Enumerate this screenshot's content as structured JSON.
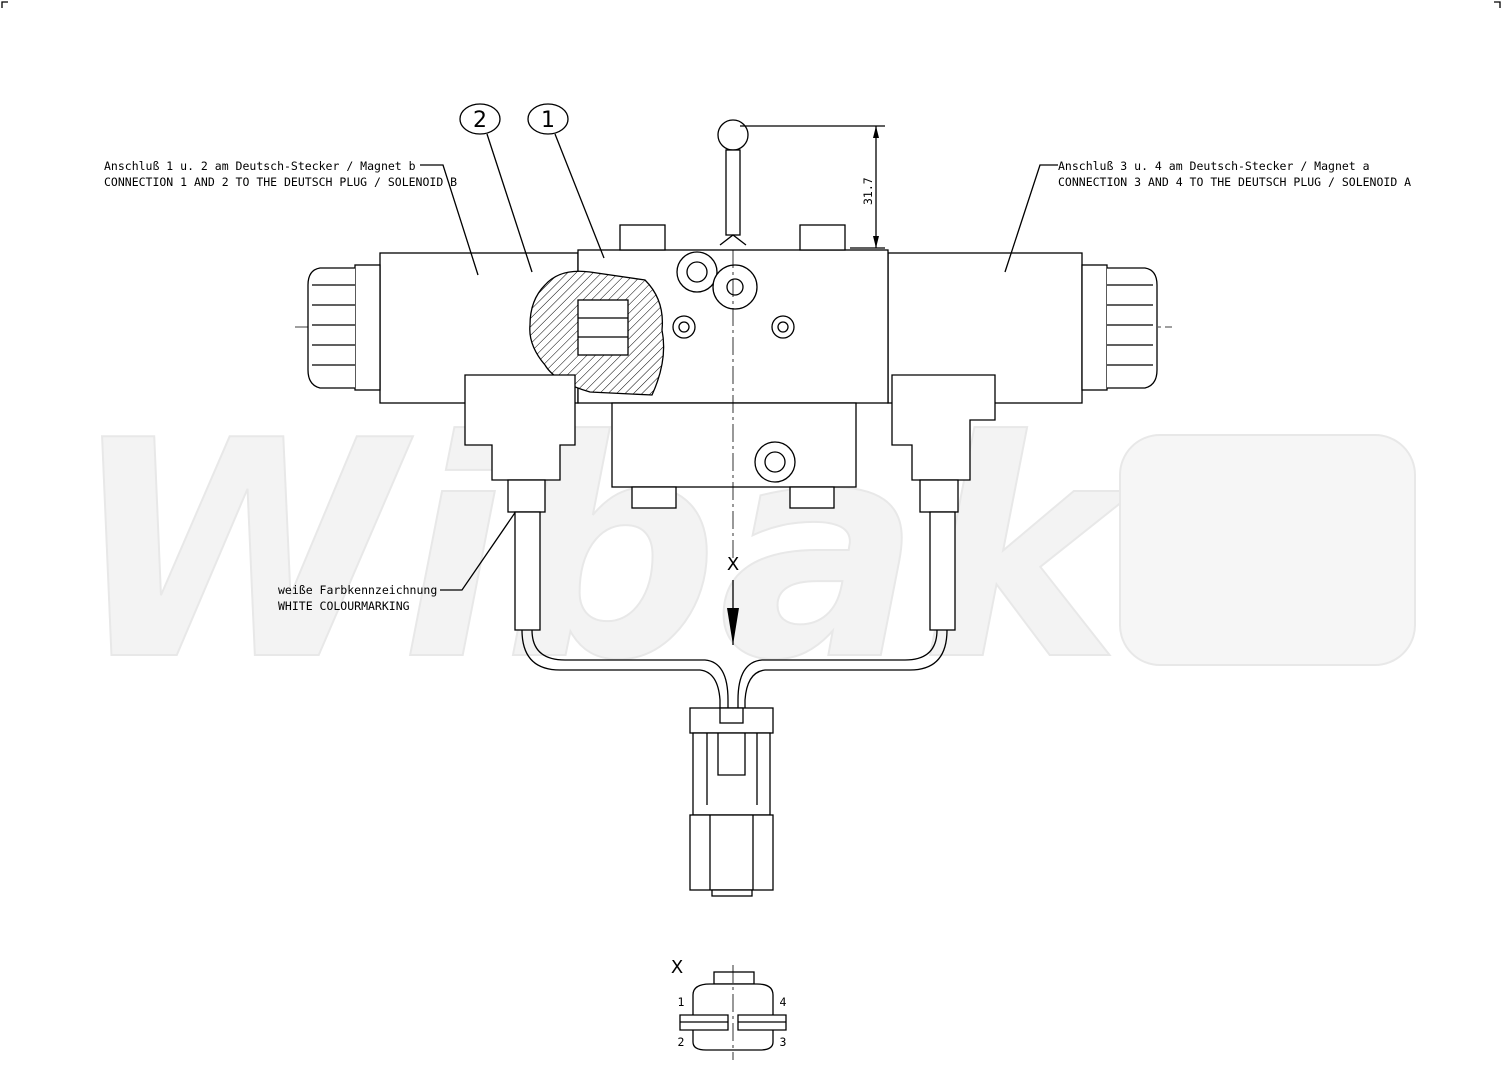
{
  "watermark": "Wibako",
  "balloons": {
    "part_2": "2",
    "part_1": "1"
  },
  "annotations": {
    "left_de": "Anschluß 1 u. 2 am Deutsch-Stecker / Magnet b",
    "left_en": "CONNECTION 1 AND 2 TO THE DEUTSCH PLUG / SOLENOID B",
    "right_de": "Anschluß 3 u. 4 am Deutsch-Stecker / Magnet a",
    "right_en": "CONNECTION 3 AND 4 TO THE DEUTSCH PLUG / SOLENOID A",
    "marking_de": "weiße Farbkennzeichnung",
    "marking_en": "WHITE COLOURMARKING"
  },
  "dimension": "31.7",
  "view_label": "X",
  "detail": {
    "label": "X",
    "pins": [
      "1",
      "2",
      "3",
      "4"
    ]
  },
  "colors": {
    "line": "#000000",
    "watermark": "#f3f3f3"
  }
}
